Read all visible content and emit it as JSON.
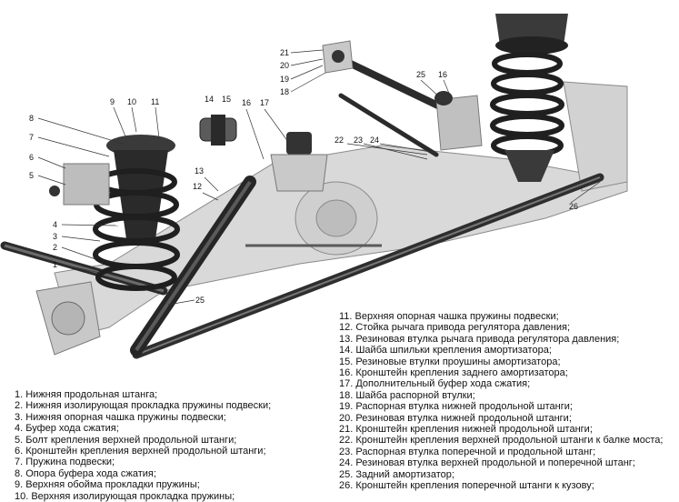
{
  "callouts": {
    "c1": "1",
    "c2": "2",
    "c3": "3",
    "c4": "4",
    "c5": "5",
    "c6": "6",
    "c7": "7",
    "c8": "8",
    "c9": "9",
    "c10": "10",
    "c11": "11",
    "c12": "12",
    "c13": "13",
    "c14": "14",
    "c15": "15",
    "c16": "16",
    "c17": "17",
    "c18": "18",
    "c19": "19",
    "c20": "20",
    "c21": "21",
    "c22": "22",
    "c23": "23",
    "c24": "24",
    "c25": "25",
    "c26": "26"
  },
  "legend_left": [
    "1. Нижняя продольная штанга;",
    "2. Нижняя изолирующая прокладка пружины подвески;",
    "3. Нижняя опорная чашка пружины подвески;",
    "4. Буфер хода сжатия;",
    "5. Болт крепления верхней продольной штанги;",
    "6. Кронштейн крепления верхней продольной штанги;",
    "7. Пружина подвески;",
    "8. Опора буфера хода сжатия;",
    "9. Верхняя обойма прокладки пружины;",
    "10. Верхняя изолирующая прокладка пружины;"
  ],
  "legend_right": [
    "11. Верхняя опорная чашка пружины подвески;",
    "12. Стойка рычага привода регулятора давления;",
    "13. Резиновая втулка рычага привода регулятора давления;",
    "14. Шайба шпильки крепления амортизатора;",
    "15. Резиновые втулки проушины амортизатора;",
    "16. Кронштейн крепления заднего амортизатора;",
    "17. Дополнительный буфер хода сжатия;",
    "18. Шайба распорной втулки;",
    "19. Распорная втулка нижней продольной штанги;",
    "20. Резиновая втулка нижней продольной штанги;",
    "21. Кронштейн крепления нижней продольной штанги;",
    "22. Кронштейн крепления верхней продольной штанги к балке моста;",
    "23. Распорная втулка поперечной и продольной штанг;",
    "24. Резиновая втулка верхней продольной и поперечной штанг;",
    "25. Задний амортизатор;",
    "26. Кронштейн крепления поперечной штанги к кузову;"
  ]
}
